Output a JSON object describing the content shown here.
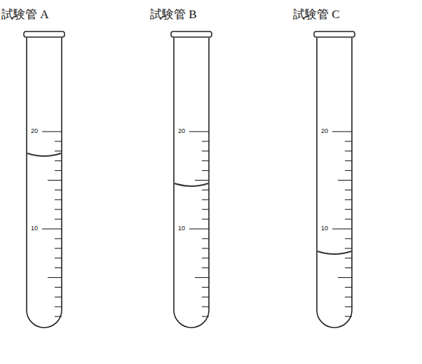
{
  "diagram": {
    "labels": [
      "試験管 A",
      "試験管 B",
      "試験管 C",
      "20",
      "20",
      "20",
      "10",
      "10",
      "10"
    ]
  }
}
